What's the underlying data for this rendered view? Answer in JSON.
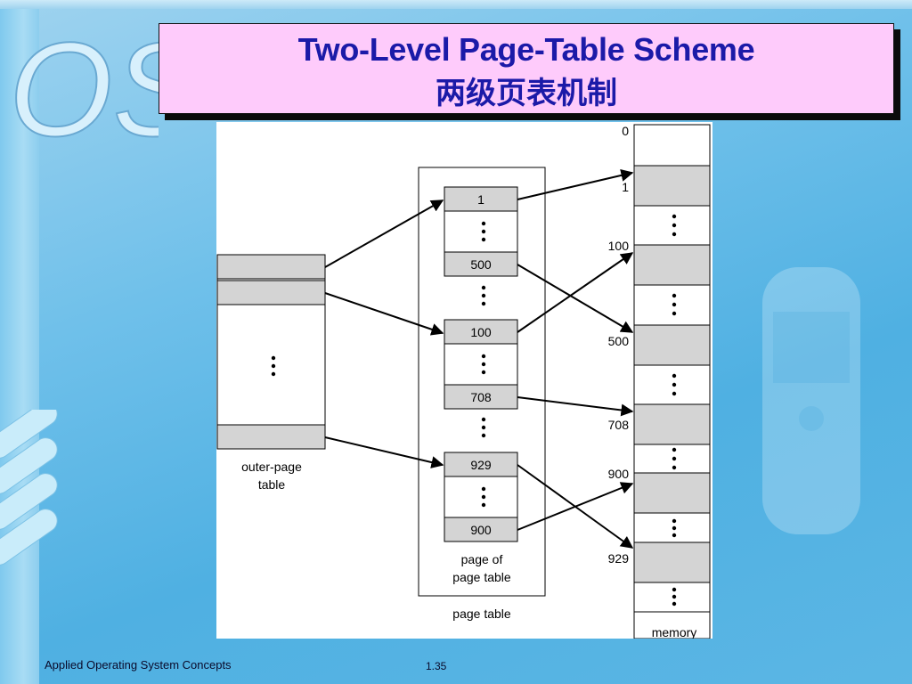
{
  "slide": {
    "title_en": "Two-Level Page-Table Scheme",
    "title_zh": "两级页表机制",
    "footer_left": "Applied Operating System Concepts",
    "footer_right": "1.35"
  },
  "logo": {
    "text": "OS"
  },
  "diagram": {
    "outer_label_line1": "outer-page",
    "outer_label_line2": "table",
    "page_entries": [
      "1",
      "500",
      "100",
      "708",
      "929",
      "900"
    ],
    "inner_label_line1": "page of",
    "inner_label_line2": "page table",
    "page_table_label": "page table",
    "memory_label": "memory",
    "memory_frames": [
      "0",
      "1",
      "100",
      "500",
      "708",
      "900",
      "929"
    ]
  },
  "colors": {
    "title_text": "#1b1aa8",
    "title_bg": "#fecbfb",
    "shaded_cell": "#d4d4d4"
  }
}
